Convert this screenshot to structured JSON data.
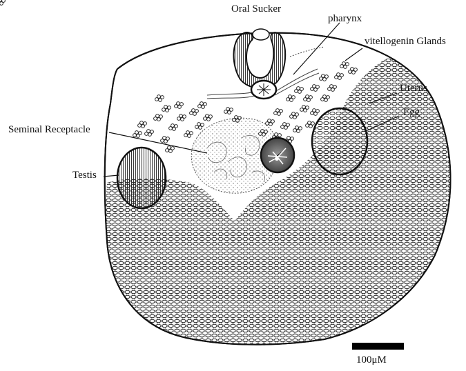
{
  "labels": {
    "oral_sucker": "Oral Sucker",
    "pharynx": "pharynx",
    "vitellogenin_glands": "vitellogenin Glands",
    "uterus": "Uterus",
    "egg": "Egg",
    "seminal_receptacle": "Seminal Receptacle",
    "testis": "Testis"
  },
  "scale_bar": {
    "label": "100μM"
  }
}
